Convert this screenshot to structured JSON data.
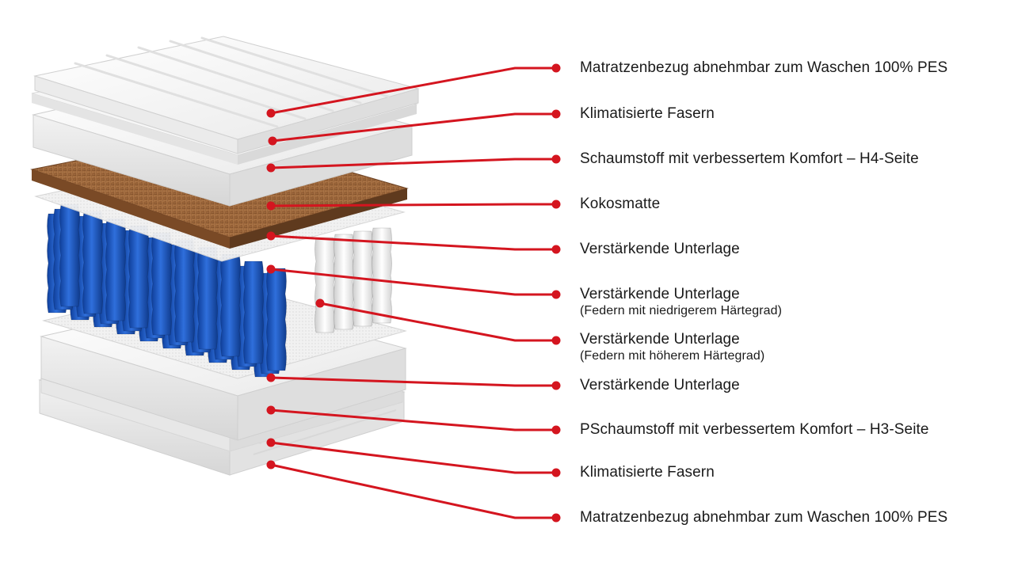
{
  "accent_color": "#d4151f",
  "layers_top_to_bottom": [
    "cover-top",
    "fibers-top",
    "foam-h4",
    "coconut-mat",
    "support-layer-1",
    "springs-pocket",
    "support-layer-2",
    "foam-h3",
    "fibers-bottom",
    "cover-bottom"
  ],
  "labels": [
    {
      "text": "Matratzenbezug abnehmbar zum Waschen 100% PES",
      "sub": ""
    },
    {
      "text": "Klimatisierte Fasern",
      "sub": ""
    },
    {
      "text": "Schaumstoff mit verbessertem Komfort – H4-Seite",
      "sub": ""
    },
    {
      "text": "Kokosmatte",
      "sub": ""
    },
    {
      "text": "Verstärkende Unterlage",
      "sub": ""
    },
    {
      "text": "Verstärkende Unterlage",
      "sub": "(Federn mit niedrigerem Härtegrad)"
    },
    {
      "text": "Verstärkende Unterlage",
      "sub": "(Federn mit höherem Härtegrad)"
    },
    {
      "text": "Verstärkende Unterlage",
      "sub": ""
    },
    {
      "text": "PSchaumstoff mit verbessertem Komfort – H3-Seite",
      "sub": ""
    },
    {
      "text": "Klimatisierte Fasern",
      "sub": ""
    },
    {
      "text": "Matratzenbezug abnehmbar zum Waschen 100% PES",
      "sub": ""
    }
  ]
}
